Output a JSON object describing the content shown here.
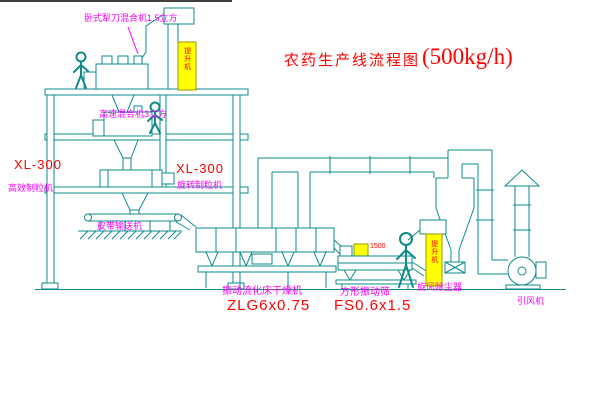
{
  "title": {
    "name": "农药生产线流程图",
    "capacity": "(500kg/h)"
  },
  "colors": {
    "line": "#0d8b8b",
    "magenta": "#ff00ff",
    "red": "#ff0000",
    "yellow": "#ffff00"
  },
  "labels": {
    "mixer_top": "卧式犁刀混合机1.5立方",
    "mixer_mid": "高速混合机3立方",
    "granulator_left_model": "XL-300",
    "granulator_left_name": "高效制粒机",
    "granulator_center_model": "XL-300",
    "granulator_center_name": "旋转制粒机",
    "belt_conveyor": "皮带输送机",
    "dryer_name": "振动流化床干燥机",
    "dryer_model": "ZLG6x0.75",
    "sieve_name": "方形振动筛",
    "sieve_model": "FS0.6x1.5",
    "cyclone": "旋风除尘器",
    "fan": "引风机",
    "elevator_top": "提升机",
    "elevator_right": "提升机",
    "dim_1500": "1500"
  }
}
